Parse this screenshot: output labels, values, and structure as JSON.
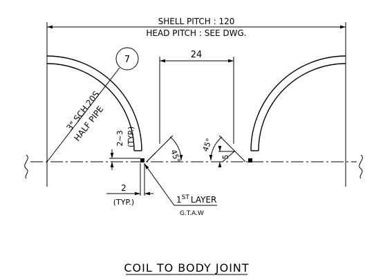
{
  "dimensions": {
    "shell_pitch": "SHELL PITCH : 120",
    "head_pitch": "HEAD PITCH : SEE DWG.",
    "gap": "24",
    "height": "5",
    "offset_value": "2",
    "offset_note": "(TYP.)",
    "range_value": "2~3",
    "range_note": "(TYP.)"
  },
  "angles": {
    "left": "45°",
    "right": "45°"
  },
  "callout": {
    "number": "7",
    "pipe_size": "3\" SCH.20S",
    "pipe_type": "HALF PIPE"
  },
  "weld_note": {
    "layer_number": "1",
    "layer_suffix": "ST",
    "layer_label": "LAYER",
    "process": "G.T.A.W"
  },
  "title": "COIL TO BODY JOINT"
}
